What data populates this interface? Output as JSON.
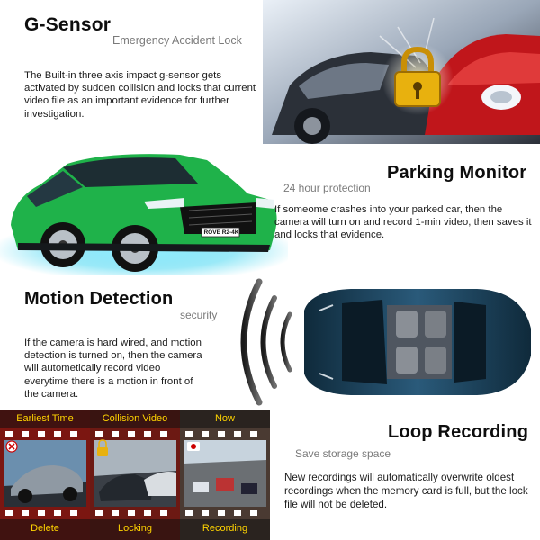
{
  "gsensor": {
    "title": "G-Sensor",
    "subtitle": "Emergency Accident Lock",
    "body": "The Built-in three axis impact g-sensor gets activated by sudden collision and locks that current video file as an important evidence for further investigation."
  },
  "parking": {
    "title": "Parking Monitor",
    "subtitle": "24 hour protection",
    "body": "If someome crashes into your parked car, then the camera will turn on and record 1-min video, then saves it and locks that evidence.",
    "plate": "ROVE R2-4K"
  },
  "motion": {
    "title": "Motion Detection",
    "subtitle": "security",
    "body": "If the camera is hard wired, and motion detection is turned on, then the camera will autometically record video everytime there is a motion in front of the camera."
  },
  "loop": {
    "title": "Loop Recording",
    "subtitle": "Save storage space",
    "body": "New recordings will automatically overwrite oldest recordings when the memory card is full, but the lock file will not be deleted.",
    "filmstrip": {
      "top_labels": [
        "Earliest Time",
        "Collision Video",
        "Now"
      ],
      "bottom_labels": [
        "Delete",
        "Locking",
        "Recording"
      ]
    }
  },
  "colors": {
    "film_label": "#ffd400",
    "car_green": "#1fb24a",
    "lock_gold": "#e8b10e",
    "title": "#0e0e0e",
    "subtitle": "#7a7a7a"
  }
}
